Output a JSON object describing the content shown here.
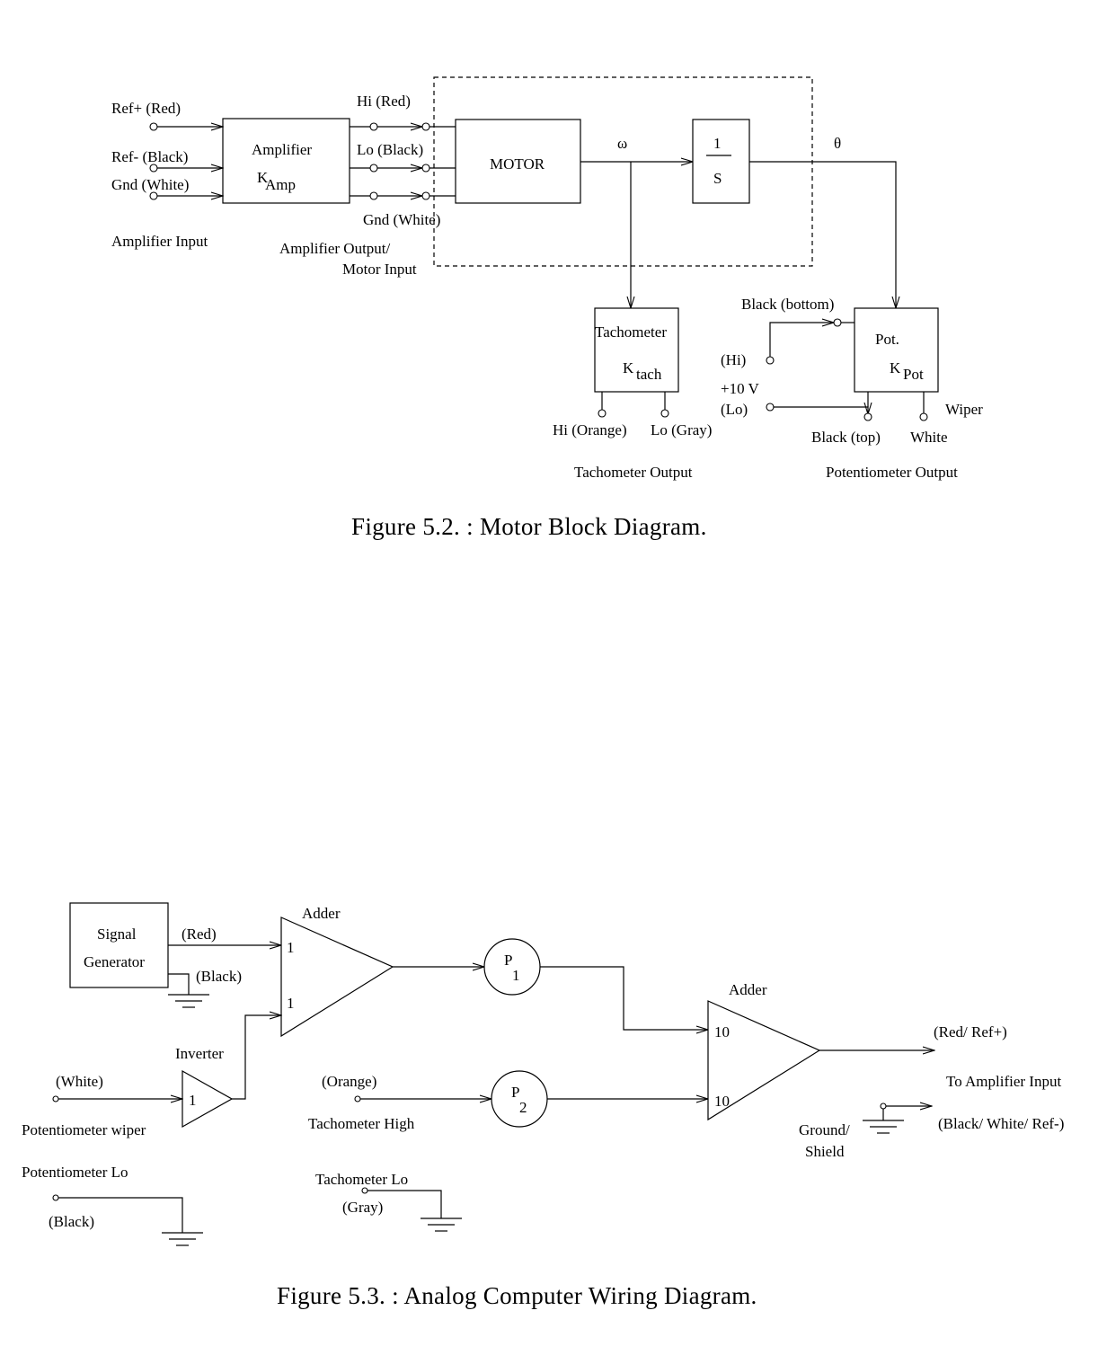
{
  "fig52": {
    "amp_title": "Amplifier",
    "amp_gain": "K",
    "amp_gain_sub": "Amp",
    "motor": "MOTOR",
    "int_num": "1",
    "int_den": "S",
    "omega": "ω",
    "theta": "θ",
    "ref_plus": "Ref+ (Red)",
    "ref_minus": "Ref- (Black)",
    "gnd_in": "Gnd (White)",
    "amp_input": "Amplifier Input",
    "hi_red": "Hi (Red)",
    "lo_black": "Lo (Black)",
    "gnd_out": "Gnd (White)",
    "amp_output_1": "Amplifier Output/",
    "amp_output_2": "Motor Input",
    "tach_title": "Tachometer",
    "tach_gain": "K",
    "tach_gain_sub": "tach",
    "tach_hi": "Hi (Orange)",
    "tach_lo": "Lo (Gray)",
    "tach_output": "Tachometer Output",
    "pot_title": "Pot.",
    "pot_gain": "K",
    "pot_gain_sub": "Pot",
    "black_bottom": "Black (bottom)",
    "pot_hi": "(Hi)",
    "plus10v": "+10 V",
    "pot_lo": "(Lo)",
    "wiper": "Wiper",
    "black_top": "Black (top)",
    "white": "White",
    "pot_output": "Potentiometer Output",
    "caption": "Figure 5.2. : Motor Block Diagram."
  },
  "fig53": {
    "siggen_1": "Signal",
    "siggen_2": "Generator",
    "red": "(Red)",
    "black": "(Black)",
    "adder1": "Adder",
    "adder1_in1": "1",
    "adder1_in2": "1",
    "p1": "P",
    "p1_sub": "1",
    "adder2": "Adder",
    "adder2_in1": "10",
    "adder2_in2": "10",
    "p2": "P",
    "p2_sub": "2",
    "inverter": "Inverter",
    "inverter_gain": "1",
    "white": "(White)",
    "pot_wiper": "Potentiometer wiper",
    "pot_lo": "Potentiometer Lo",
    "pot_lo_black": "(Black)",
    "orange": "(Orange)",
    "tach_high": "Tachometer High",
    "tach_lo": "Tachometer Lo",
    "gray": "(Gray)",
    "red_ref": "(Red/ Ref+)",
    "to_amp": "To Amplifier Input",
    "ground_1": "Ground/",
    "ground_2": "Shield",
    "black_white_ref": "(Black/ White/ Ref-)",
    "caption": "Figure 5.3. : Analog Computer Wiring Diagram."
  }
}
